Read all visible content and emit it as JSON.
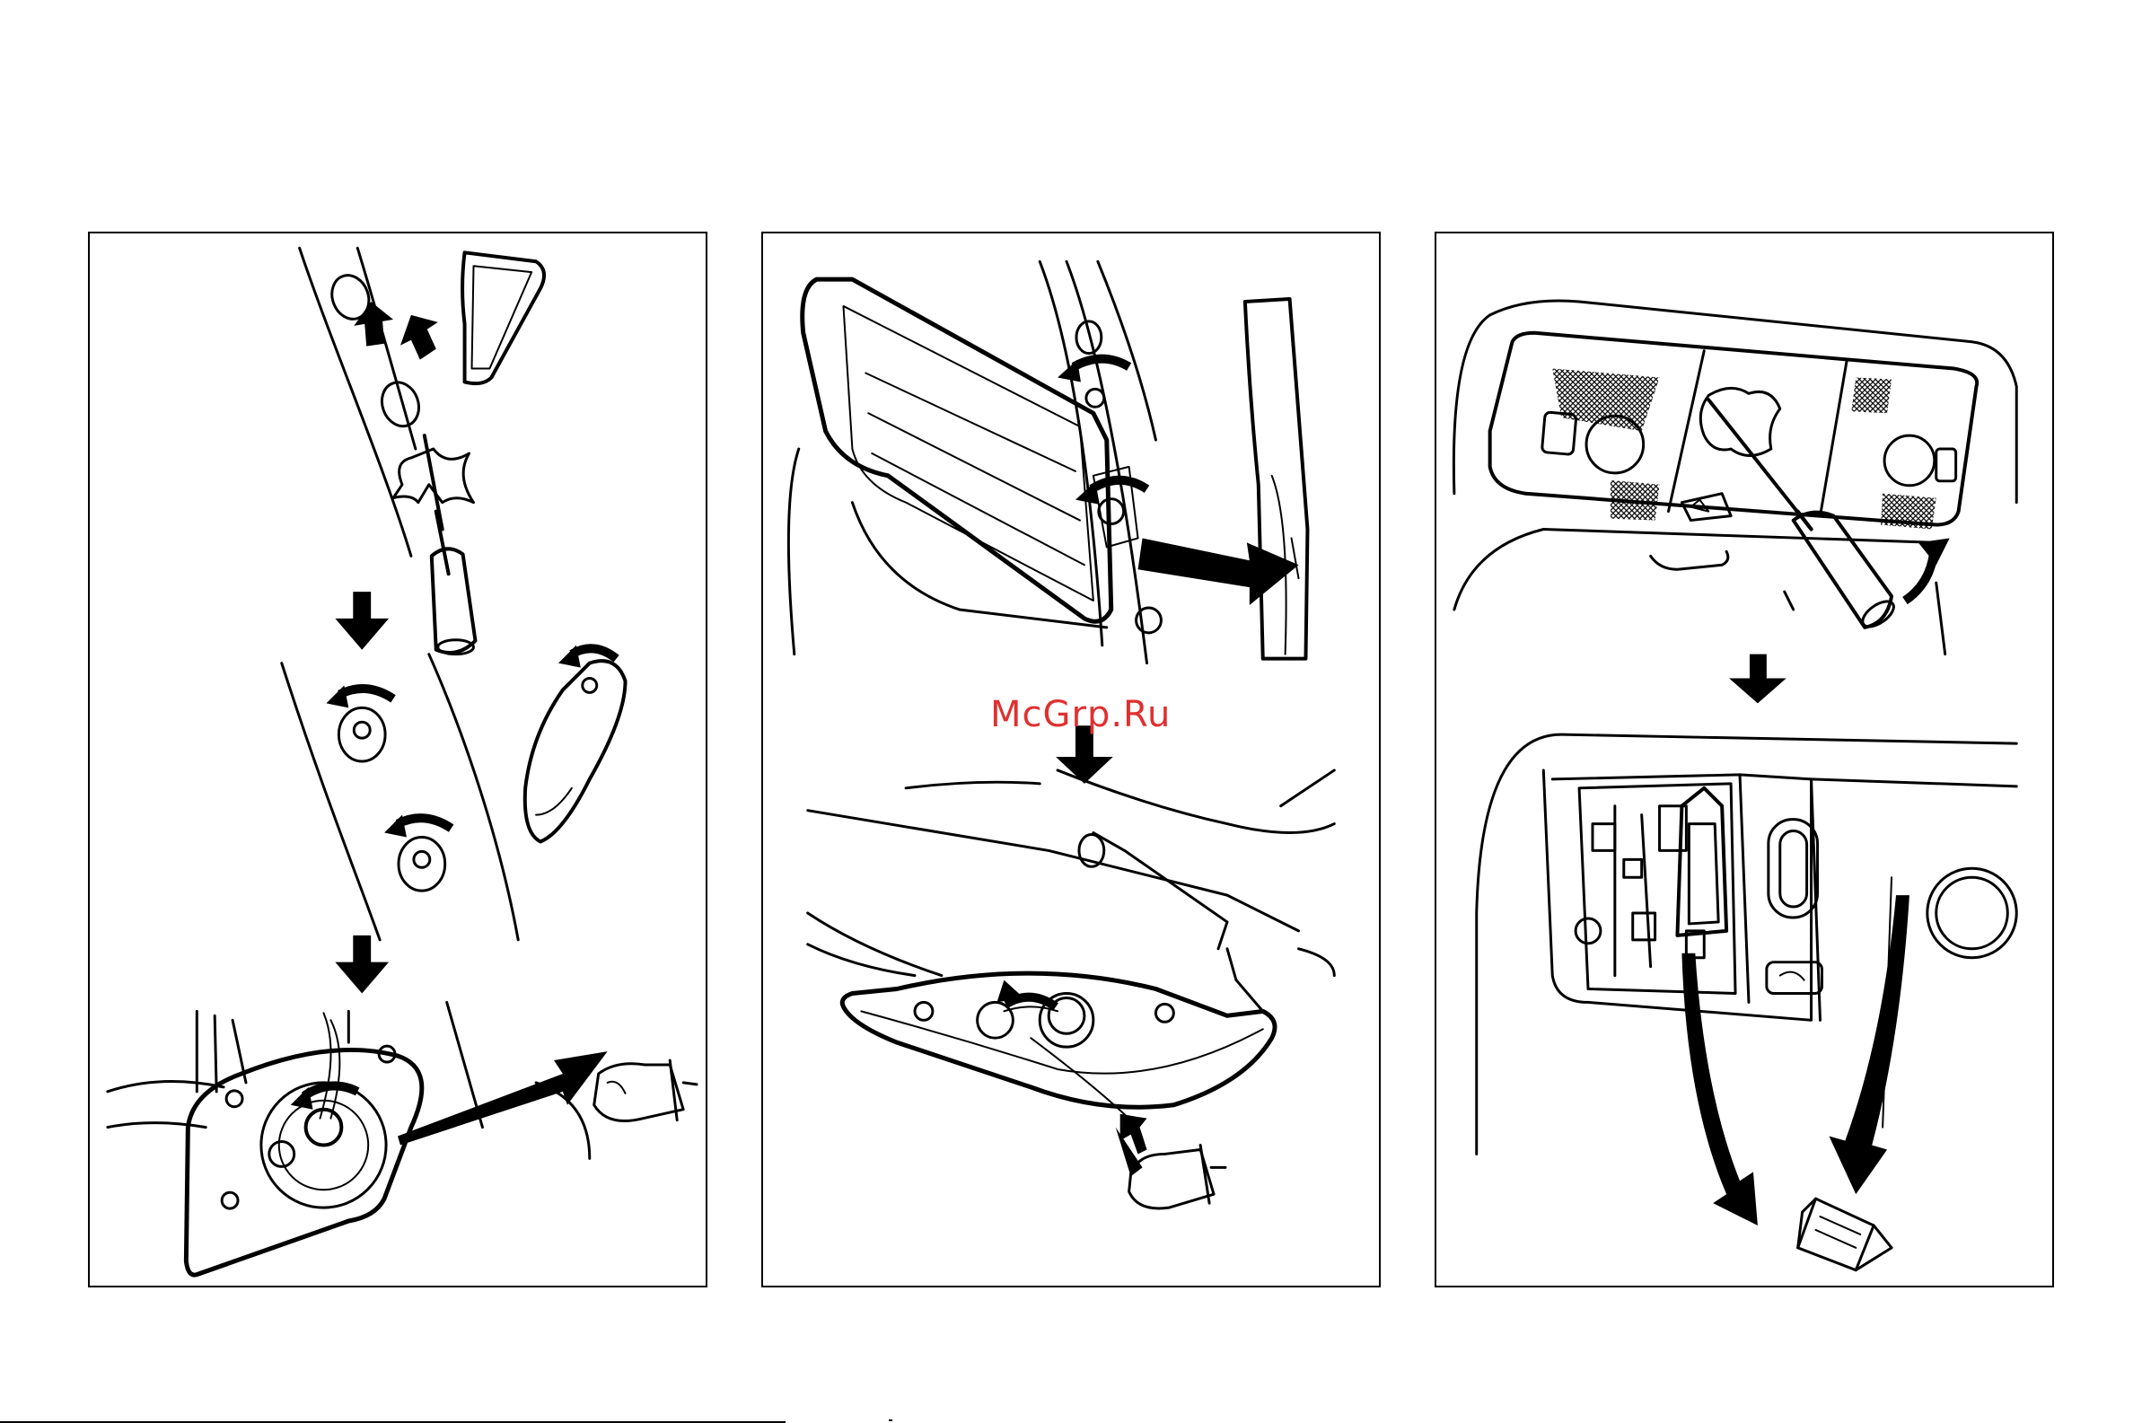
{
  "watermark": {
    "text": "McGrp.Ru",
    "color": "#e03030"
  },
  "panels": [
    {
      "name": "rear-pillar-lamp",
      "icons": [
        "screwdriver-icon",
        "nut-icon",
        "bulb-icon",
        "arrow-down-icon"
      ]
    },
    {
      "name": "rear-combination-lamp",
      "icons": [
        "nut-icon",
        "bulb-icon",
        "arrow-down-icon"
      ]
    },
    {
      "name": "interior-map-lamp",
      "icons": [
        "screwdriver-icon",
        "festoon-bulb-icon",
        "arrow-down-icon"
      ]
    }
  ]
}
